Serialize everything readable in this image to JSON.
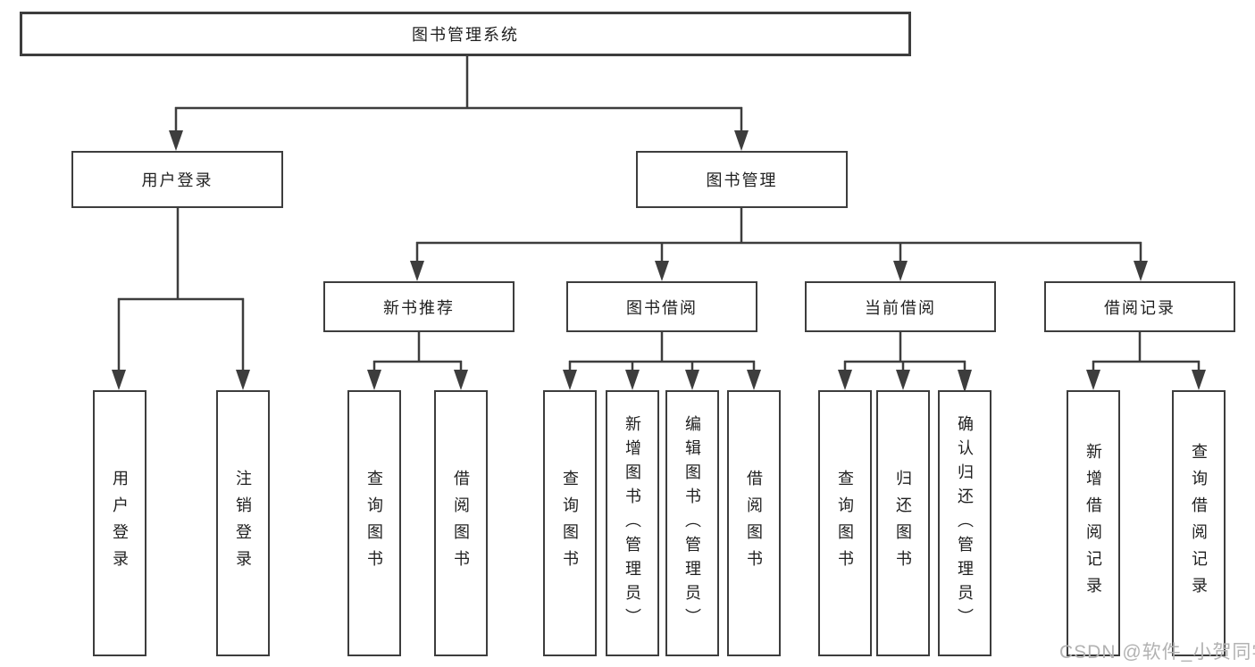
{
  "diagram": {
    "title": "图书管理系统",
    "root": {
      "label": "图书管理系统"
    },
    "level2": [
      {
        "label": "用户登录"
      },
      {
        "label": "图书管理"
      }
    ],
    "level3": [
      {
        "label": "新书推荐"
      },
      {
        "label": "图书借阅"
      },
      {
        "label": "当前借阅"
      },
      {
        "label": "借阅记录"
      }
    ],
    "leaves": {
      "user_login": [
        {
          "label": "用户登录"
        },
        {
          "label": "注销登录"
        }
      ],
      "new_books": [
        {
          "label": "查询图书"
        },
        {
          "label": "借阅图书"
        }
      ],
      "borrow": [
        {
          "label": "查询图书"
        },
        {
          "label": "新增图书（管理员）"
        },
        {
          "label": "编辑图书（管理员）"
        },
        {
          "label": "借阅图书"
        }
      ],
      "current": [
        {
          "label": "查询图书"
        },
        {
          "label": "归还图书"
        },
        {
          "label": "确认归还（管理员）"
        }
      ],
      "records": [
        {
          "label": "新增借阅记录"
        },
        {
          "label": "查询借阅记录"
        }
      ]
    }
  },
  "watermark": {
    "text": "CSDN @软件_小贺同学"
  },
  "colors": {
    "line": "#3d3d3d",
    "text": "#1f1f1f",
    "watermark": "#b2b2b2",
    "background": "#ffffff"
  }
}
